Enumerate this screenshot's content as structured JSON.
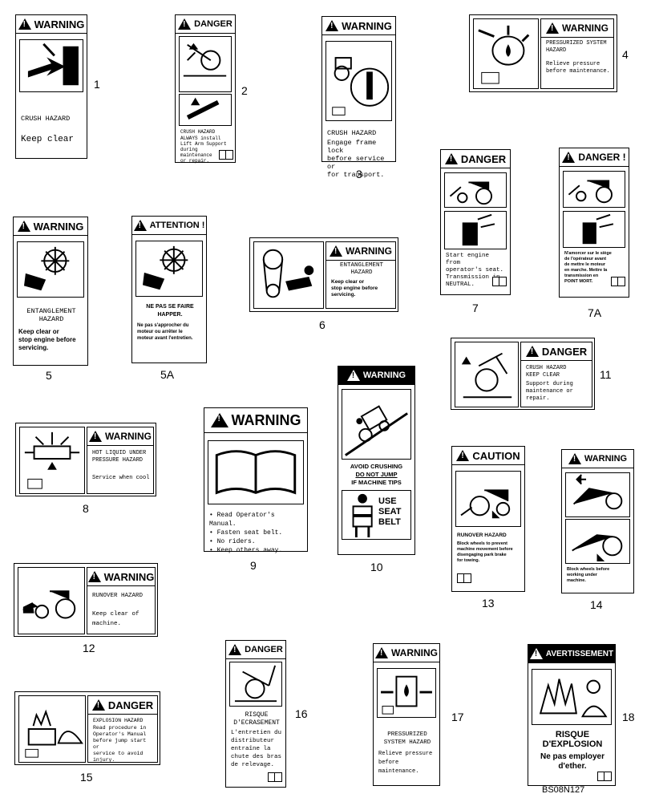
{
  "figure_ref": "BS08N127",
  "decals": [
    {
      "id": "1",
      "signal": "WARNING",
      "hazard": "CRUSH HAZARD",
      "msg": "Keep clear"
    },
    {
      "id": "2",
      "signal": "DANGER",
      "hazard": "CRUSH HAZARD",
      "msg": "ALWAYS install\nLift Arm Support\nduring maintenance\nor repair."
    },
    {
      "id": "3",
      "signal": "WARNING",
      "hazard": "CRUSH HAZARD",
      "msg": "Engage frame lock\nbefore service or\nfor transport."
    },
    {
      "id": "4",
      "signal": "WARNING",
      "hazard": "PRESSURIZED SYSTEM\nHAZARD",
      "msg": "Relieve pressure\nbefore maintenance."
    },
    {
      "id": "5",
      "signal": "WARNING",
      "hazard": "ENTANGLEMENT\nHAZARD",
      "msg": "Keep clear or\nstop engine before\nservicing."
    },
    {
      "id": "5A",
      "signal": "ATTENTION !",
      "hazard": "NE PAS SE FAIRE\nHAPPER.",
      "msg": "Ne pas s'approcher du\nmoteur ou arrêter le\nmoteur avant l'entretien."
    },
    {
      "id": "6",
      "signal": "WARNING",
      "hazard": "ENTANGLEMENT\nHAZARD",
      "msg": "Keep clear or\nstop engine before\nservicing."
    },
    {
      "id": "7",
      "signal": "DANGER",
      "msg": "Start engine from\noperator's seat.\nTransmission in\nNEUTRAL."
    },
    {
      "id": "7A",
      "signal": "DANGER !",
      "msg": "N'amorcer sur le siège\nde l'opérateur avant\nde mettre le moteur\nen marche. Mettre la\ntransmission en\nPOINT MORT."
    },
    {
      "id": "8",
      "signal": "WARNING",
      "hazard": "HOT LIQUID UNDER\nPRESSURE HAZARD",
      "msg": "Service when cool"
    },
    {
      "id": "9",
      "signal": "WARNING",
      "msg": "• Read Operator's Manual.\n• Fasten seat belt.\n• No riders.\n• Keep others away."
    },
    {
      "id": "10",
      "signal": "WARNING",
      "msg_line1": "AVOID CRUSHING",
      "msg_line2": "DO NOT JUMP",
      "msg_line3": "IF MACHINE TIPS",
      "msg2": "USE\nSEAT\nBELT"
    },
    {
      "id": "11",
      "signal": "DANGER",
      "hazard": "CRUSH HAZARD\nKEEP CLEAR",
      "msg": "Support during\nmaintenance or\nrepair."
    },
    {
      "id": "12",
      "signal": "WARNING",
      "hazard": "RUNOVER HAZARD",
      "msg": "Keep clear of\nmachine."
    },
    {
      "id": "13",
      "signal": "CAUTION",
      "hazard": "RUNOVER HAZARD",
      "msg": "Block wheels to prevent\nmachine movement before\ndisengaging park brake\nfor towing."
    },
    {
      "id": "14",
      "signal": "WARNING",
      "msg": "Block wheels before\nworking under\nmachine."
    },
    {
      "id": "15",
      "signal": "DANGER",
      "hazard": "EXPLOSION HAZARD",
      "msg": "Read procedure in\nOperator's Manual\nbefore jump start or\nservice to avoid\ninjury."
    },
    {
      "id": "16",
      "signal": "DANGER",
      "hazard": "RISQUE\nD'ECRASEMENT",
      "msg": "L'entretien du\ndistributeur\nentraîne la\nchute des bras\nde relevage."
    },
    {
      "id": "17",
      "signal": "WARNING",
      "hazard": "PRESSURIZED\nSYSTEM HAZARD",
      "msg": "Relieve pressure\nbefore maintenance."
    },
    {
      "id": "18",
      "signal": "AVERTISSEMENT",
      "hazard": "RISQUE\nD'EXPLOSION",
      "msg": "Ne pas employer\nd'ether."
    }
  ]
}
